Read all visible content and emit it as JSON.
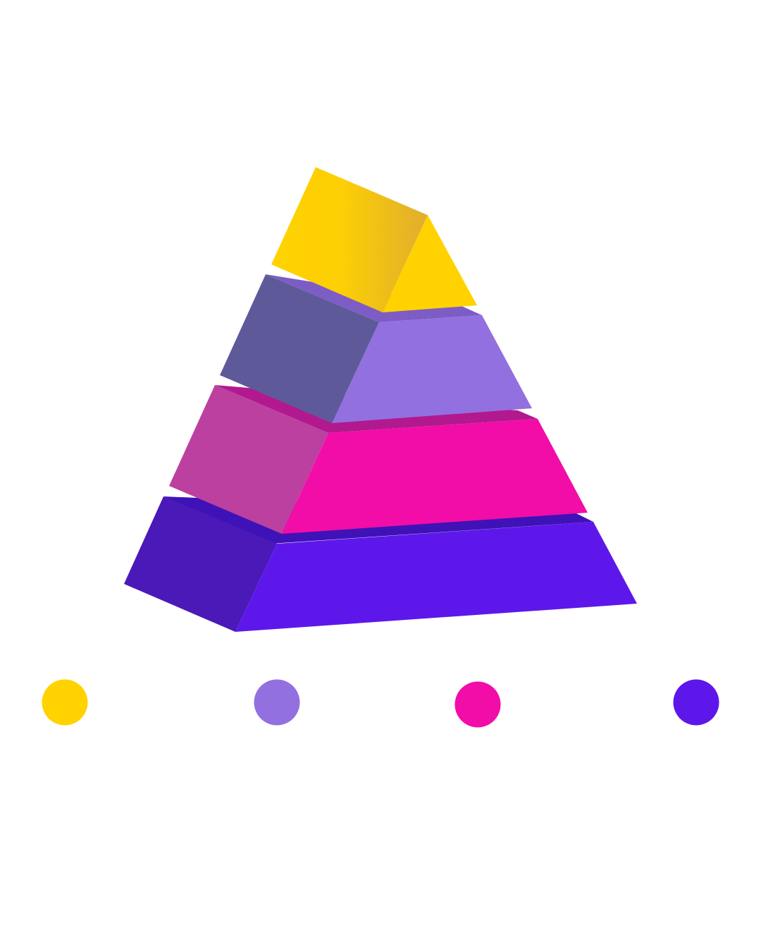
{
  "diagram": {
    "type": "pyramid",
    "levels": [
      {
        "rank": 1,
        "color": "#FFD200",
        "side_color": "#E4AE2E",
        "rim_color": "#FFD200"
      },
      {
        "rank": 2,
        "color": "#9370E0",
        "side_color": "#5E5A9A",
        "rim_color": "#7E5CC6"
      },
      {
        "rank": 3,
        "color": "#F20CA8",
        "side_color": "#BC40A0",
        "rim_color": "#B2198F"
      },
      {
        "rank": 4,
        "color": "#5E17EB",
        "side_color": "#4A19B8",
        "rim_color": "#3F12B8"
      }
    ]
  },
  "legend": {
    "items": [
      {
        "color": "#FFD200"
      },
      {
        "color": "#9370E0"
      },
      {
        "color": "#F20CA8"
      },
      {
        "color": "#5E17EB"
      }
    ]
  }
}
